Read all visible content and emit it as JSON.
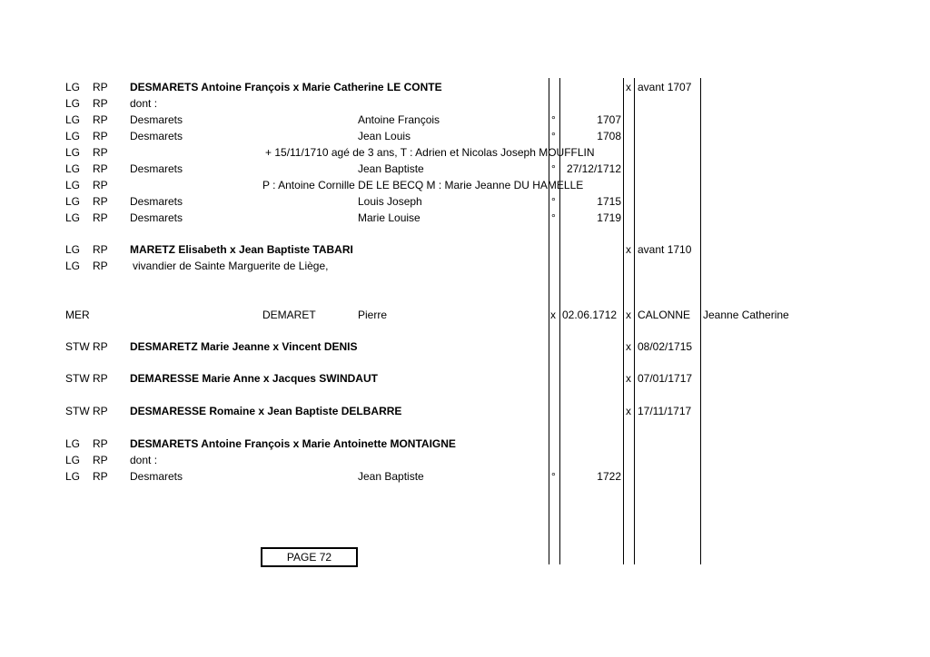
{
  "rows": [
    {
      "c1": "LG",
      "c2": "RP",
      "bold": "DESMARETS Antoine François x Marie Catherine LE CONTE",
      "m2": "x",
      "d2": "avant 1707"
    },
    {
      "c1": "LG",
      "c2": "RP",
      "text": "dont :"
    },
    {
      "c1": "LG",
      "c2": "RP",
      "text": "Desmarets",
      "given": "Antoine François",
      "deg": "°",
      "date": "1707"
    },
    {
      "c1": "LG",
      "c2": "RP",
      "text": "Desmarets",
      "given": "Jean Louis",
      "deg": "°",
      "date": "1708"
    },
    {
      "c1": "LG",
      "c2": "RP",
      "note": "+ 15/11/1710 agé de 3 ans, T : Adrien et Nicolas Joseph MOUFFLIN"
    },
    {
      "c1": "LG",
      "c2": "RP",
      "text": "Desmarets",
      "given": "Jean Baptiste",
      "deg": "°",
      "date": "27/12/1712"
    },
    {
      "c1": "LG",
      "c2": "RP",
      "note": "P : Antoine Cornille DE LE BECQ M : Marie Jeanne DU HAMELLE"
    },
    {
      "c1": "LG",
      "c2": "RP",
      "text": "Desmarets",
      "given": "Louis Joseph",
      "deg": "°",
      "date": "1715"
    },
    {
      "c1": "LG",
      "c2": "RP",
      "text": "Desmarets",
      "given": "Marie Louise",
      "deg": "°",
      "date": "1719"
    },
    {
      "c1": "LG",
      "c2": "RP",
      "bold": "MARETZ Elisabeth x Jean Baptiste TABARI",
      "m2": "x",
      "d2": "avant 1710"
    },
    {
      "c1": "LG",
      "c2": "RP",
      "text": "vivandier de Sainte Marguerite de Liège,"
    },
    {
      "c1": "MER",
      "surname": "DEMARET",
      "given": "Pierre",
      "deg": "x",
      "date": "02.06.1712",
      "m2": "x",
      "d2": "CALONNE",
      "spouse": "Jeanne Catherine"
    },
    {
      "c1": "STW",
      "c2": "RP",
      "bold": "DESMARETZ Marie Jeanne x Vincent DENIS",
      "m2": "x",
      "d2": "08/02/1715"
    },
    {
      "c1": "STW",
      "c2": "RP",
      "bold": "DEMARESSE Marie Anne x Jacques SWINDAUT",
      "m2": "x",
      "d2": "07/01/1717"
    },
    {
      "c1": "STW",
      "c2": "RP",
      "bold": "DESMARESSE Romaine x Jean Baptiste DELBARRE",
      "m2": "x",
      "d2": "17/11/1717"
    },
    {
      "c1": "LG",
      "c2": "RP",
      "bold": "DESMARETS Antoine François x Marie Antoinette MONTAIGNE"
    },
    {
      "c1": "LG",
      "c2": "RP",
      "text": "dont :"
    },
    {
      "c1": "LG",
      "c2": "RP",
      "text": "Desmarets",
      "given": "Jean Baptiste",
      "deg": "°",
      "date": "1722"
    }
  ],
  "footer": {
    "page_label": "PAGE 72"
  }
}
